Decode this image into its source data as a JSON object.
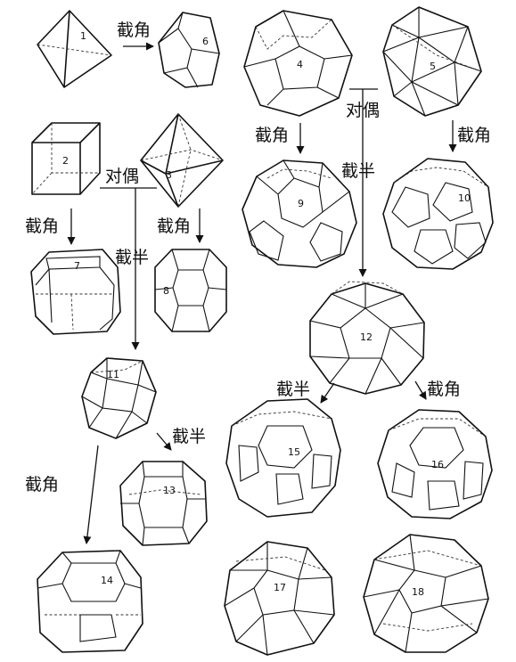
{
  "labels": {
    "truncate": "截角",
    "dual": "对偶",
    "half": "截半"
  },
  "solids": [
    "1",
    "2",
    "3",
    "4",
    "5",
    "6",
    "7",
    "8",
    "9",
    "10",
    "11",
    "12",
    "13",
    "14",
    "15",
    "16",
    "17",
    "18"
  ]
}
